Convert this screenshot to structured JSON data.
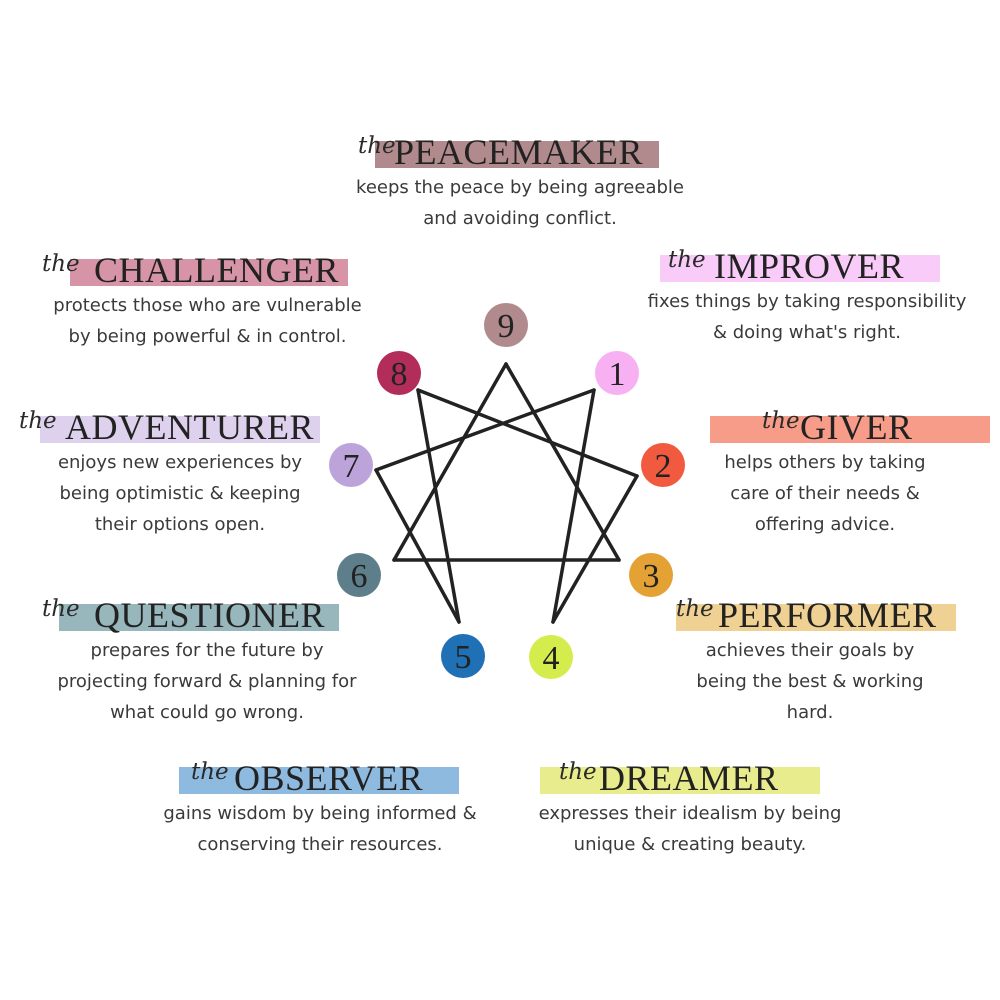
{
  "article": "the",
  "diagram": {
    "numbers": [
      {
        "n": "9",
        "color": "#b08a8d"
      },
      {
        "n": "1",
        "color": "#f7b0f2"
      },
      {
        "n": "2",
        "color": "#f15a3e"
      },
      {
        "n": "3",
        "color": "#e3a233"
      },
      {
        "n": "4",
        "color": "#d4ec4c"
      },
      {
        "n": "5",
        "color": "#1f70b5"
      },
      {
        "n": "6",
        "color": "#5d7e8a"
      },
      {
        "n": "7",
        "color": "#bca4db"
      },
      {
        "n": "8",
        "color": "#b32d5b"
      }
    ],
    "line_color": "#222222"
  },
  "types": {
    "peacemaker": {
      "name": "PEACEMAKER",
      "color": "#b08a8d",
      "lines": [
        "keeps the peace by being agreeable",
        "and avoiding conflict."
      ]
    },
    "challenger": {
      "name": "CHALLENGER",
      "color": "#d694a6",
      "lines": [
        "protects those who are vulnerable",
        "by being powerful & in control."
      ]
    },
    "improver": {
      "name": "IMPROVER",
      "color": "#f8cbf8",
      "lines": [
        "fixes things by taking responsibility",
        "& doing what's right."
      ]
    },
    "adventurer": {
      "name": "ADVENTURER",
      "color": "#ddd1ee",
      "lines": [
        "enjoys new experiences by",
        "being optimistic & keeping",
        "their options open."
      ]
    },
    "giver": {
      "name": "GIVER",
      "color": "#f79c88",
      "lines": [
        "helps others by taking",
        "care of their needs &",
        "offering advice."
      ]
    },
    "questioner": {
      "name": "QUESTIONER",
      "color": "#97b7bd",
      "lines": [
        "prepares for the future by",
        "projecting forward & planning for",
        "what could go wrong."
      ]
    },
    "performer": {
      "name": "PERFORMER",
      "color": "#efd193",
      "lines": [
        "achieves their goals by",
        "being the best & working",
        "hard."
      ]
    },
    "observer": {
      "name": "OBSERVER",
      "color": "#8fbadf",
      "lines": [
        "gains wisdom by being informed &",
        "conserving their resources."
      ]
    },
    "dreamer": {
      "name": "DREAMER",
      "color": "#e9ec8d",
      "lines": [
        "expresses their idealism by being",
        "unique & creating beauty."
      ]
    }
  }
}
